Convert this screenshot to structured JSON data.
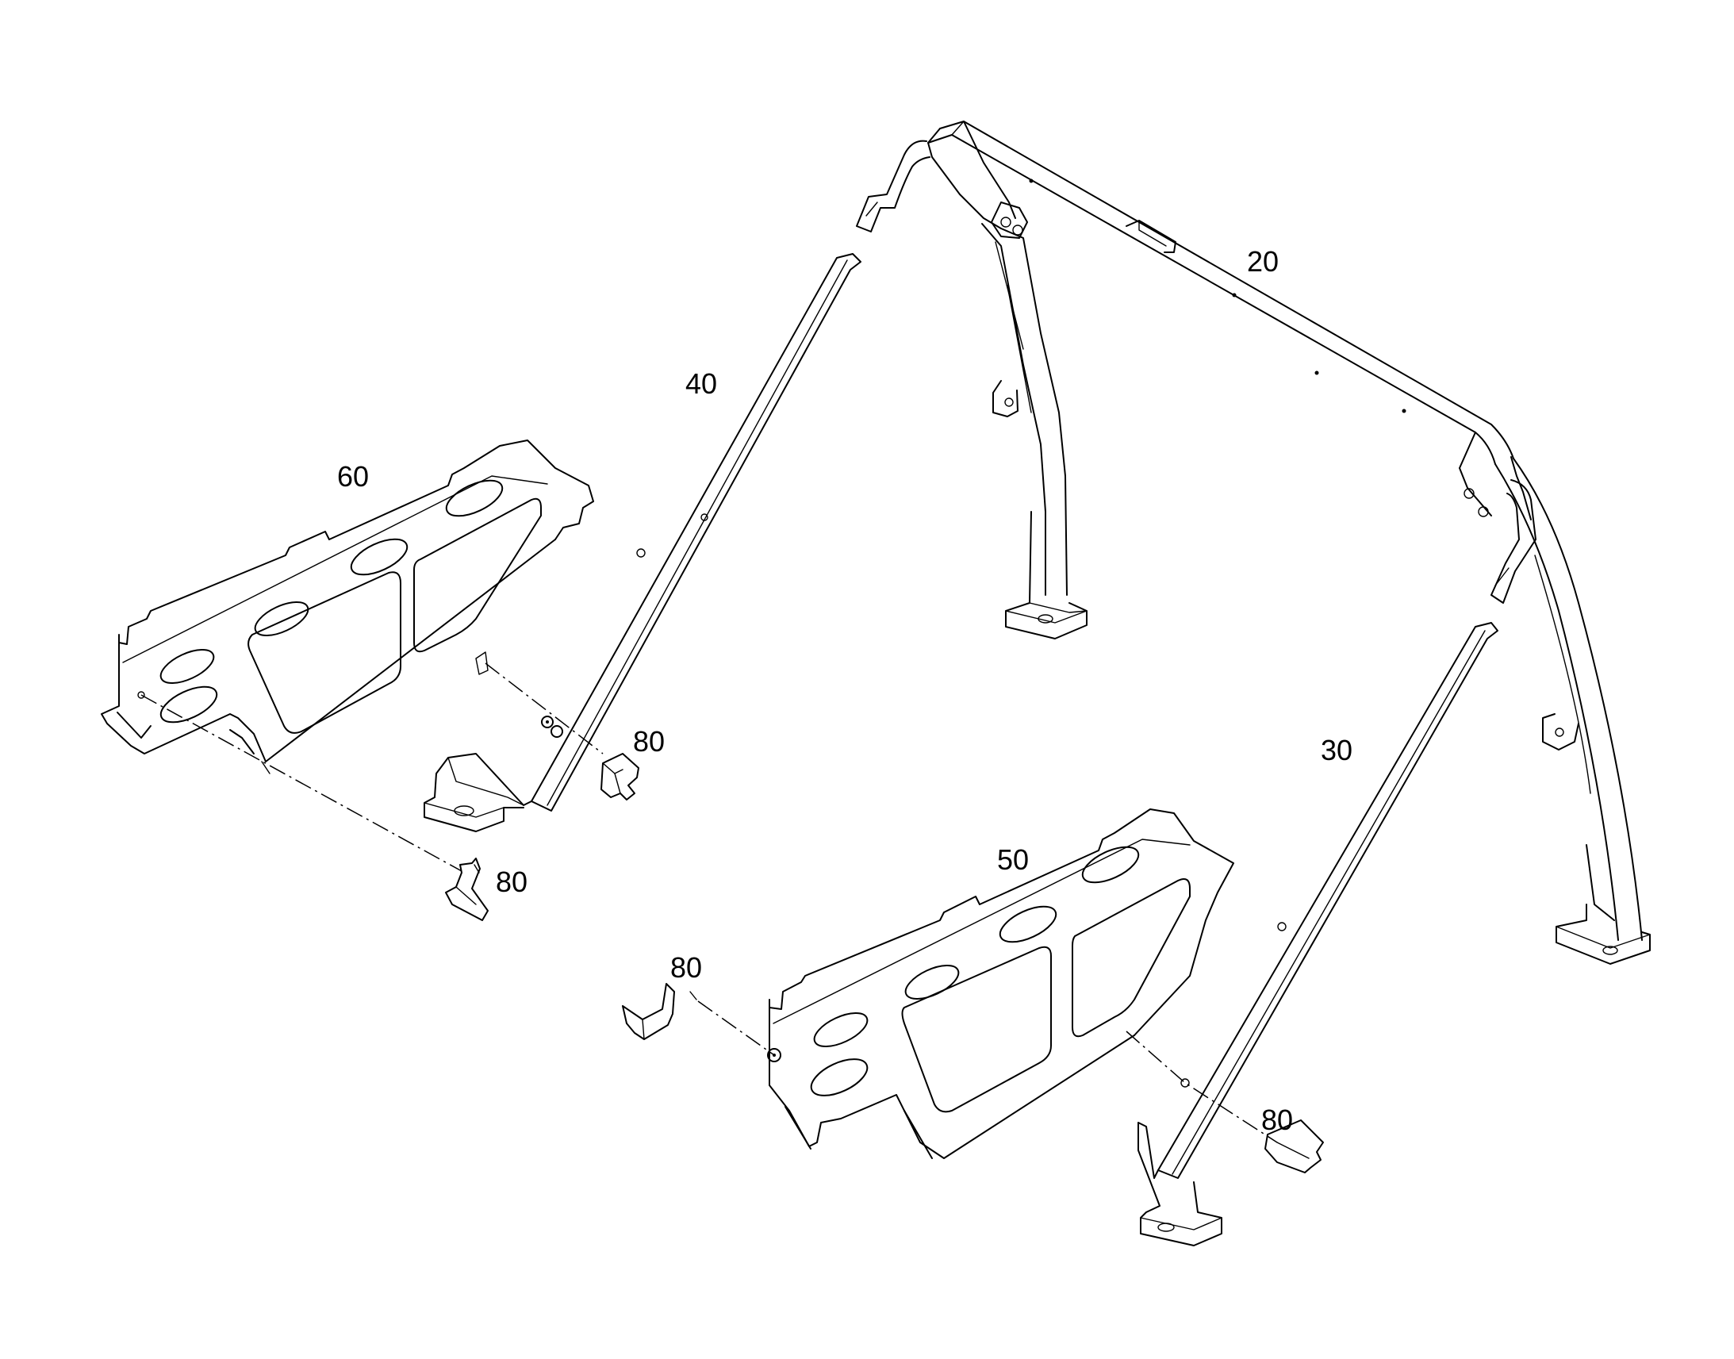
{
  "callouts": {
    "part_20": "20",
    "part_30": "30",
    "part_40": "40",
    "part_50": "50",
    "part_60": "60",
    "part_80_a": "80",
    "part_80_b": "80",
    "part_80_c": "80",
    "part_80_d": "80"
  }
}
